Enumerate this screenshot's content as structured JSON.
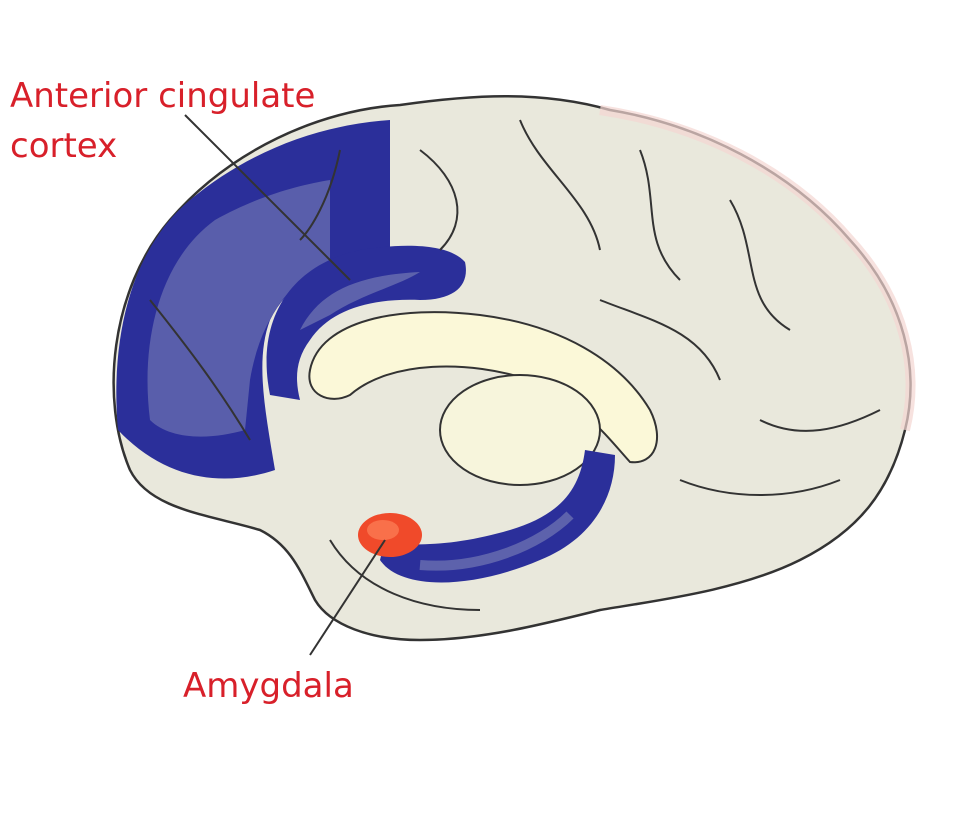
{
  "labels": {
    "acc_line1": "Anterior cingulate",
    "acc_line2": "cortex",
    "amygdala": "Amygdala"
  },
  "colors": {
    "label": "#d8202a",
    "highlight_region": "#2b2f9a",
    "highlight_inner": "#6a6fb0",
    "amygdala": "#f04a2a",
    "brain_fill": "#e9e8dc",
    "corpus_callosum": "#fbf8d8",
    "outline": "#333333"
  }
}
